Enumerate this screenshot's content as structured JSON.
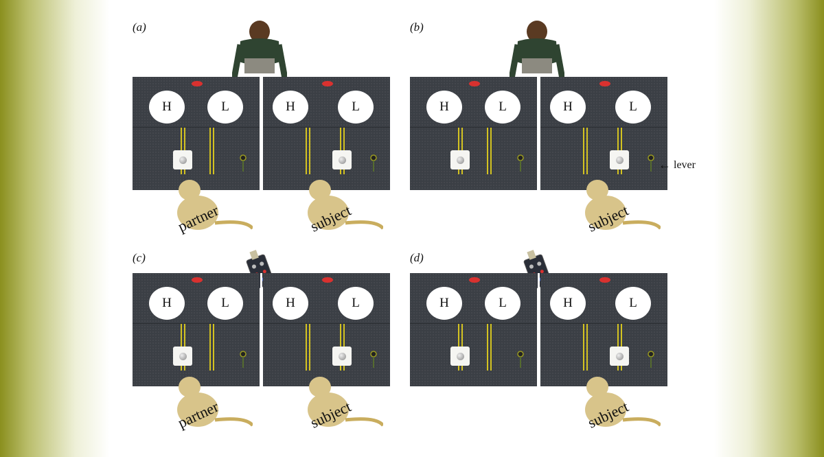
{
  "panels": [
    {
      "label": "(a)",
      "partner_label": "partner",
      "subject_label": "subject"
    },
    {
      "label": "(b)",
      "subject_label": "subject"
    },
    {
      "label": "(c)",
      "partner_label": "partner",
      "subject_label": "subject"
    },
    {
      "label": "(d)",
      "subject_label": "subject"
    }
  ],
  "disc_labels": {
    "high": "H",
    "low": "L"
  },
  "lever_annotation": "lever",
  "colors": {
    "table": "#3b3f45",
    "led": "#d9312f",
    "track": "#d4c321",
    "monkey": "#d8c48a",
    "border": "#8a8f1e"
  }
}
